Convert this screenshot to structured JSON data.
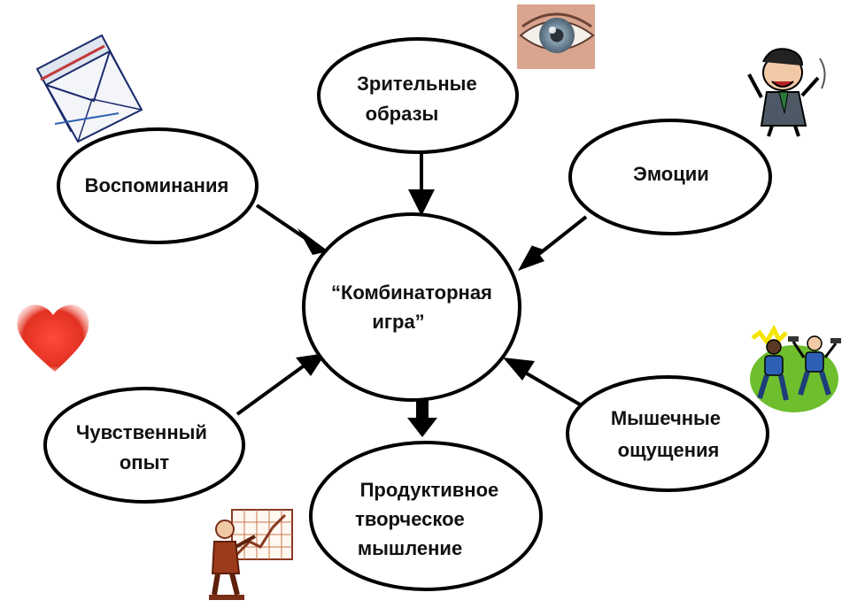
{
  "diagram": {
    "nodes": {
      "center": {
        "lines": [
          "“Комбинаторная",
          "игра”"
        ]
      },
      "visual": {
        "lines": [
          "Зрительные",
          "образы"
        ]
      },
      "memories": {
        "lines": [
          "Воспоминания"
        ]
      },
      "emotions": {
        "lines": [
          "Эмоции"
        ]
      },
      "sensory": {
        "lines": [
          "Чувственный",
          "опыт"
        ]
      },
      "muscle": {
        "lines": [
          "Мышечные",
          "ощущения"
        ]
      },
      "productive": {
        "lines": [
          "Продуктивное",
          "творческое",
          "мышление"
        ]
      }
    },
    "icons": [
      "envelope-clipart-icon",
      "eye-icon",
      "businessman-clipart-icon",
      "heart-icon",
      "exercising-people-clipart-icon",
      "presenter-chart-clipart-icon"
    ],
    "colors": {
      "outline": "#000000",
      "heart": "#e63224",
      "grass": "#6fbe2e",
      "eye_iris": "#7a8fa0"
    }
  }
}
